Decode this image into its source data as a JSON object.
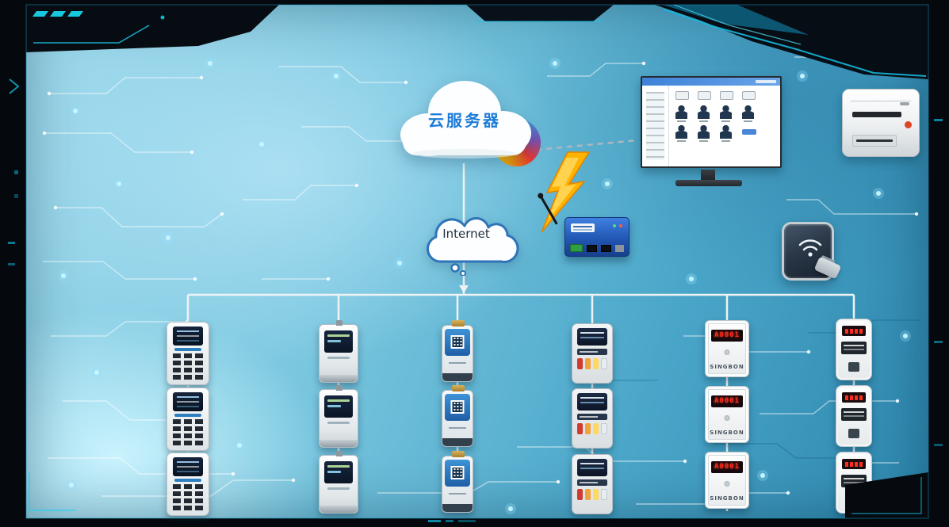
{
  "cloud_server": {
    "label": "云服务器"
  },
  "internet": {
    "label": "Internet"
  },
  "singbon_meter": {
    "display": "A0001",
    "brand": "SINGBON"
  },
  "icons": {
    "cloud_server": "white-cloud-with-rainbow-edge",
    "internet": "blue-outlined-cloud",
    "lightning": "orange-lightning-bolt",
    "rfid_reader": "wifi-arcs-on-dark-panel",
    "monitor": "management-software-screen",
    "printer": "laser-printer",
    "dtu": "blue-gateway-module-with-antenna",
    "qr_code": "qr-grid-square",
    "users": "person-silhouettes"
  },
  "colors": {
    "panel_light": "#9ed9ec",
    "panel_deep": "#2d86ad",
    "accent_cyan": "#17c8e8",
    "wire_white": "#eef3f5",
    "lightning_orange": "#ffb300",
    "led_red": "#ff2d1e",
    "cloud_label_blue": "#1d7bd8",
    "dtu_blue": "#2257b4"
  }
}
